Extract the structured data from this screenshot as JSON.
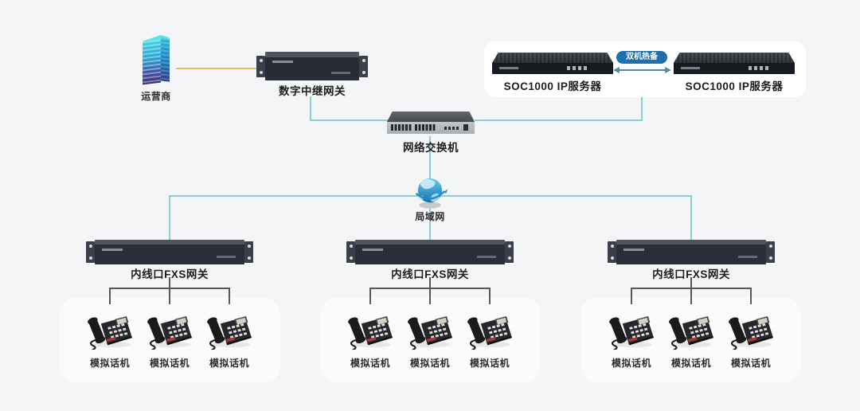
{
  "diagram": {
    "carrier": {
      "label": "运营商"
    },
    "trunk_gateway": {
      "label": "数字中继网关"
    },
    "server_cluster": {
      "badge": "双机热备",
      "servers": [
        {
          "label": "SOC1000 IP服务器"
        },
        {
          "label": "SOC1000 IP服务器"
        }
      ]
    },
    "switch": {
      "label": "网络交换机"
    },
    "lan": {
      "label": "局域网"
    },
    "fxs_groups": [
      {
        "gateway": "内线口FXS网关",
        "phones": [
          "模拟话机",
          "模拟话机",
          "模拟话机"
        ]
      },
      {
        "gateway": "内线口FXS网关",
        "phones": [
          "模拟话机",
          "模拟话机",
          "模拟话机"
        ]
      },
      {
        "gateway": "内线口FXS网关",
        "phones": [
          "模拟话机",
          "模拟话机",
          "模拟话机"
        ]
      }
    ],
    "colors": {
      "lan_link": "#8fcdd6",
      "trunk_link": "#e7b95c",
      "phone_link": "#58585c",
      "badge_bg": "#1d6fad",
      "standby_arrow": "#4e8ca8"
    }
  }
}
